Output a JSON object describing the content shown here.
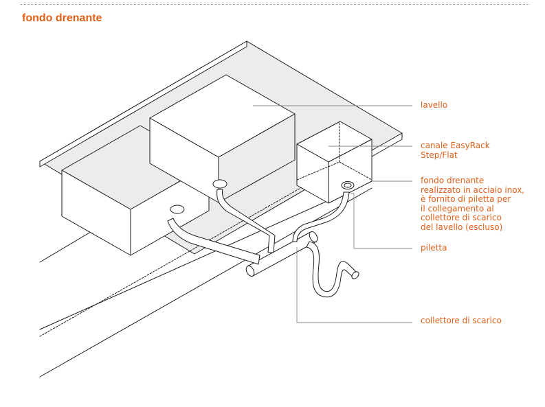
{
  "title": "fondo drenante",
  "labels": {
    "lavello": "lavello",
    "canale": "canale EasyRack\nStep/Flat",
    "fondo": "fondo drenante\nrealizzato in acciaio inox,\nè fornito di piletta per\nil collegamento al\ncollettore di scarico\ndel lavello (escluso)",
    "piletta": "piletta",
    "collettore": "collettore di scarico"
  },
  "colors": {
    "accent": "#e0601a",
    "line": "#1a1a1a",
    "fill": "#ececec",
    "leader": "#8a8a8a"
  }
}
